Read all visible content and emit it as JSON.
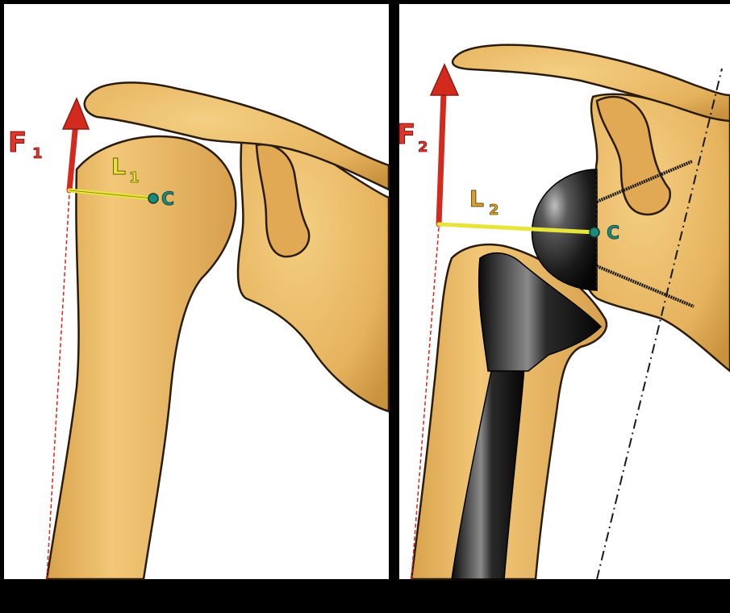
{
  "left_panel": {
    "force_label": "F",
    "force_subscript": "1",
    "lever_label": "L",
    "lever_subscript": "1",
    "center_label": "C"
  },
  "right_panel": {
    "force_label": "F",
    "force_subscript": "2",
    "lever_label": "L",
    "lever_subscript": "2",
    "center_label": "C"
  },
  "colors": {
    "background": "#000000",
    "panel": "#ffffff",
    "bone": "#e9b662",
    "bone_dark": "#c8913f",
    "force_arrow": "#d42a1e",
    "lever_arm": "#e7e43a",
    "center_dot": "#1b8a7a",
    "label_gold": "#d9a32c",
    "prosthesis": "#1c1c1c"
  }
}
